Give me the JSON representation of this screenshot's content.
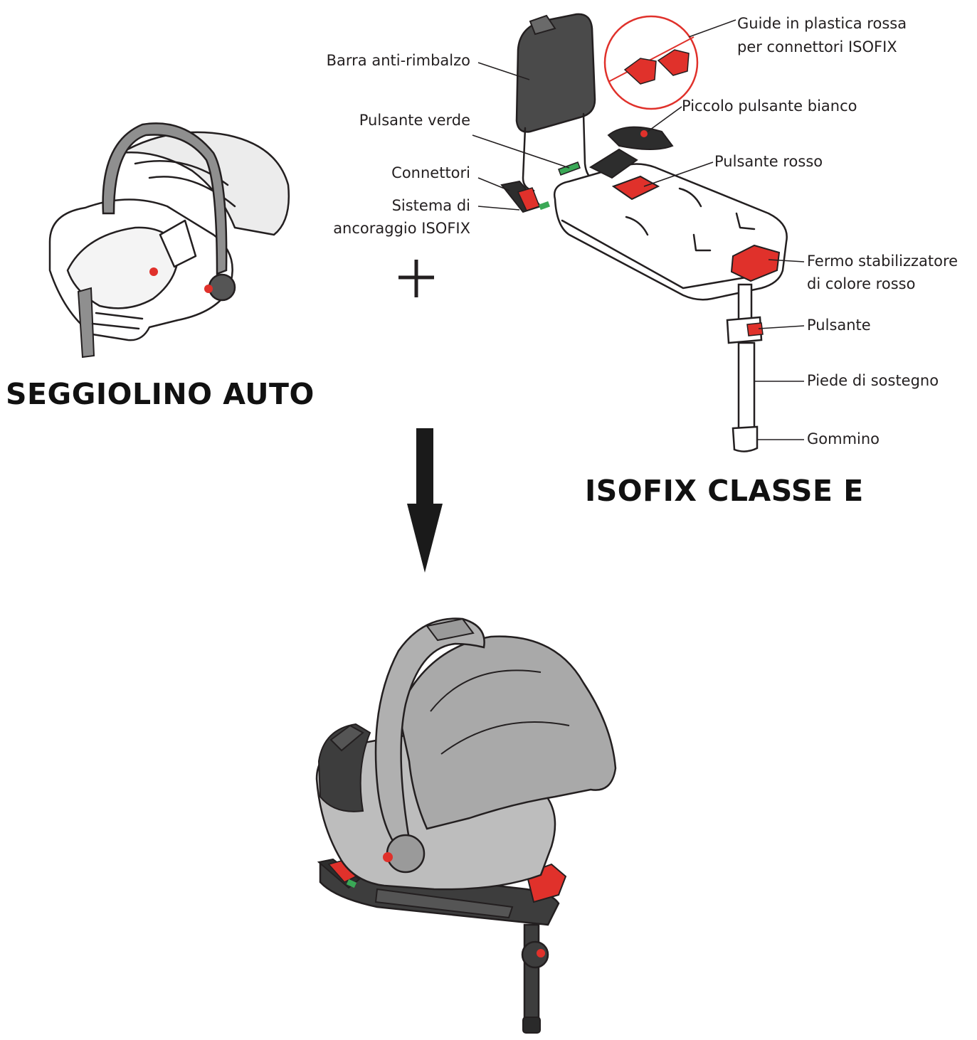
{
  "titles": {
    "car_seat": "SEGGIOLINO AUTO",
    "isofix": "ISOFIX CLASSE E"
  },
  "symbols": {
    "plus": "+"
  },
  "labels": {
    "barra": "Barra anti-rimbalzo",
    "pulsante_verde": "Pulsante verde",
    "connettori": "Connettori",
    "sistema_line1": "Sistema di",
    "sistema_line2": "ancoraggio ISOFIX",
    "guide_line1": "Guide in plastica rossa",
    "guide_line2": "per connettori ISOFIX",
    "piccolo_pulsante": "Piccolo pulsante bianco",
    "pulsante_rosso": "Pulsante rosso",
    "fermo_line1": "Fermo stabilizzatore",
    "fermo_line2": "di colore rosso",
    "pulsante": "Pulsante",
    "piede": "Piede di sostegno",
    "gommino": "Gommino"
  },
  "colors": {
    "accent_red": "#e0312b",
    "accent_green": "#3aa856",
    "outline": "#231f20",
    "dark_grey": "#3d3d3d",
    "mid_grey": "#8a8a8a",
    "light_grey": "#bdbdbd"
  },
  "icons": [
    "plus-icon",
    "down-arrow-icon"
  ]
}
